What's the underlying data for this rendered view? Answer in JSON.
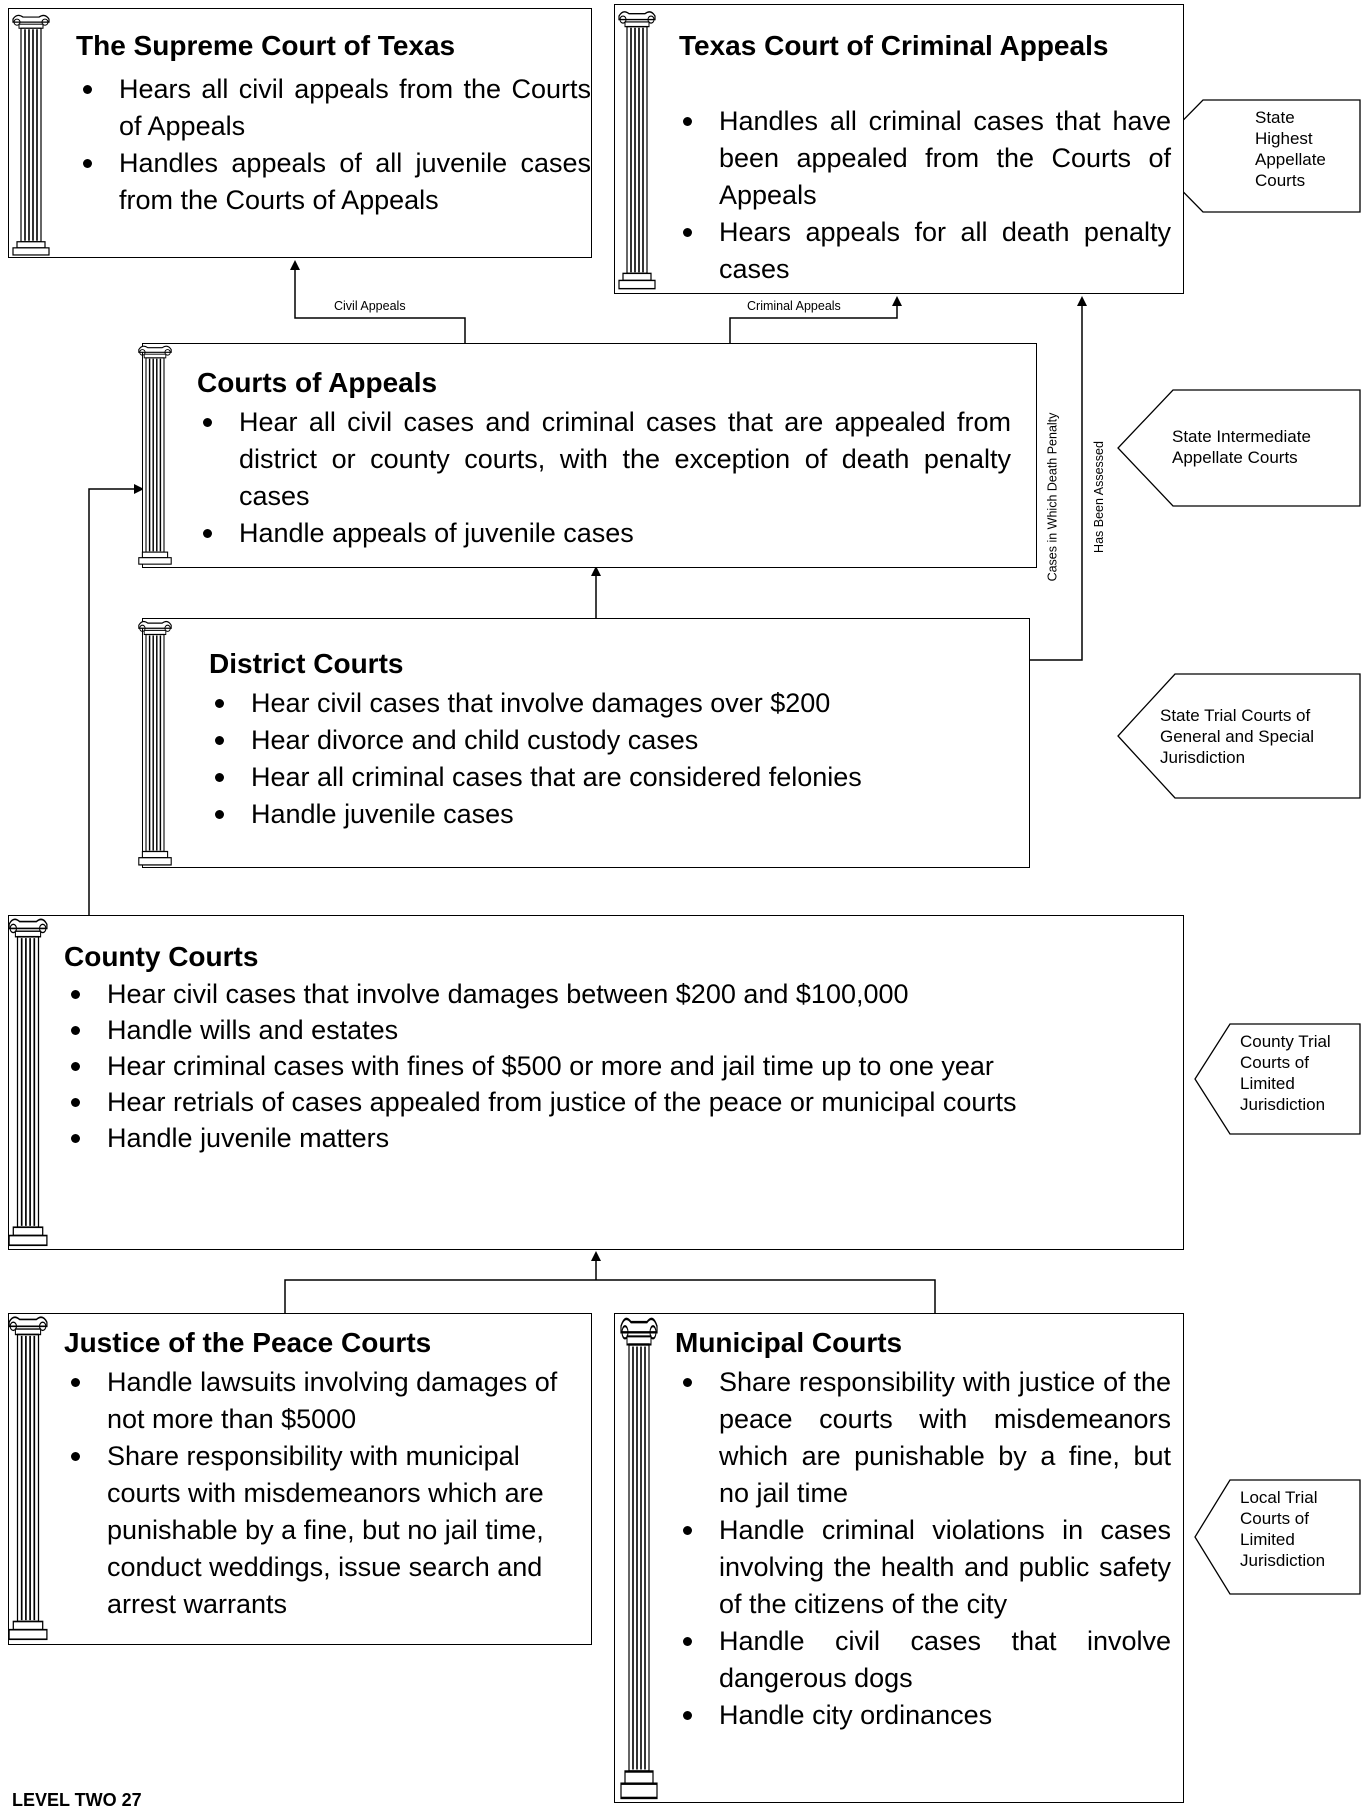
{
  "supreme": {
    "title": "The Supreme Court of Texas",
    "items": [
      "Hears all civil appeals from the Courts of Appeals",
      "Handles appeals of all juvenile cases from the Courts of Appeals"
    ]
  },
  "criminal": {
    "title": "Texas Court of Criminal Appeals",
    "items": [
      "Handles all criminal cases that have been appealed from the Courts of Appeals",
      "Hears appeals for all death penalty cases"
    ]
  },
  "appeals": {
    "title": "Courts of Appeals",
    "items": [
      "Hear all civil cases and criminal cases that are appealed from district or county courts, with the exception of death penalty cases",
      "Handle appeals of juvenile cases"
    ]
  },
  "district": {
    "title": "District Courts",
    "items": [
      "Hear civil cases that involve damages over $200",
      "Hear divorce and child custody cases",
      "Hear all criminal cases that are considered felonies",
      "Handle juvenile cases"
    ]
  },
  "county": {
    "title": "County Courts",
    "items": [
      "Hear civil cases that involve damages between $200 and $100,000",
      "Handle wills and estates",
      "Hear criminal cases with fines of $500 or more and jail time up to one year",
      "Hear retrials of cases appealed from justice of the peace or municipal courts",
      "Handle juvenile matters"
    ]
  },
  "justice": {
    "title": "Justice of the Peace Courts",
    "items": [
      " Handle lawsuits involving damages of not more than $5000",
      "Share responsibility with municipal courts with misdemeanors which are punishable by a fine, but no jail time, conduct weddings, issue search and arrest warrants"
    ]
  },
  "municipal": {
    "title": "Municipal Courts",
    "items": [
      "Share responsibility with justice of the peace courts with misdemeanors which are punishable by a fine, but no jail time",
      "Handle criminal violations in cases involving the health and public safety of the citizens of the city",
      "Handle civil cases that involve dangerous dogs",
      "Handle city ordinances"
    ]
  },
  "edges": {
    "civil_appeals": "Civil Appeals",
    "criminal_appeals": "Criminal Appeals",
    "death_line1": "Cases in Which Death Penalty",
    "death_line2": "Has Been Assessed"
  },
  "levels": {
    "highest": "State Highest Appellate Courts",
    "intermediate": "State Intermediate Appellate Courts",
    "trial": "State Trial Courts of General and Special Jurisdiction",
    "county": "County Trial Courts of Limited Jurisdiction",
    "local": "Local Trial Courts of Limited Jurisdiction"
  },
  "footer": {
    "page": "LEVEL TWO 27"
  }
}
